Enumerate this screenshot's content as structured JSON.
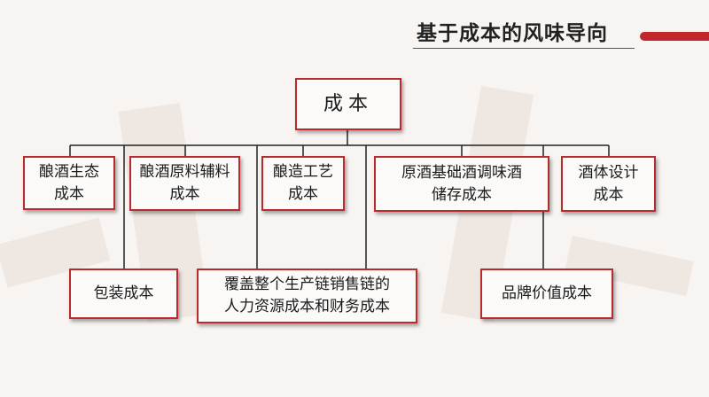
{
  "title": "基于成本的风味导向",
  "colors": {
    "accent": "#c0282b",
    "border": "#b92a2d",
    "line": "#222222"
  },
  "root": {
    "label": "成本"
  },
  "top_nodes": [
    {
      "label": "酿酒生态\n成本"
    },
    {
      "label": "酿酒原料辅料\n成本"
    },
    {
      "label": "酿造工艺\n成本"
    },
    {
      "label": "原酒基础酒调味酒\n储存成本"
    },
    {
      "label": "酒体设计\n成本"
    }
  ],
  "bottom_nodes": [
    {
      "label": "包装成本"
    },
    {
      "label": "覆盖整个生产链销售链的\n人力资源成本和财务成本"
    },
    {
      "label": "品牌价值成本"
    }
  ]
}
